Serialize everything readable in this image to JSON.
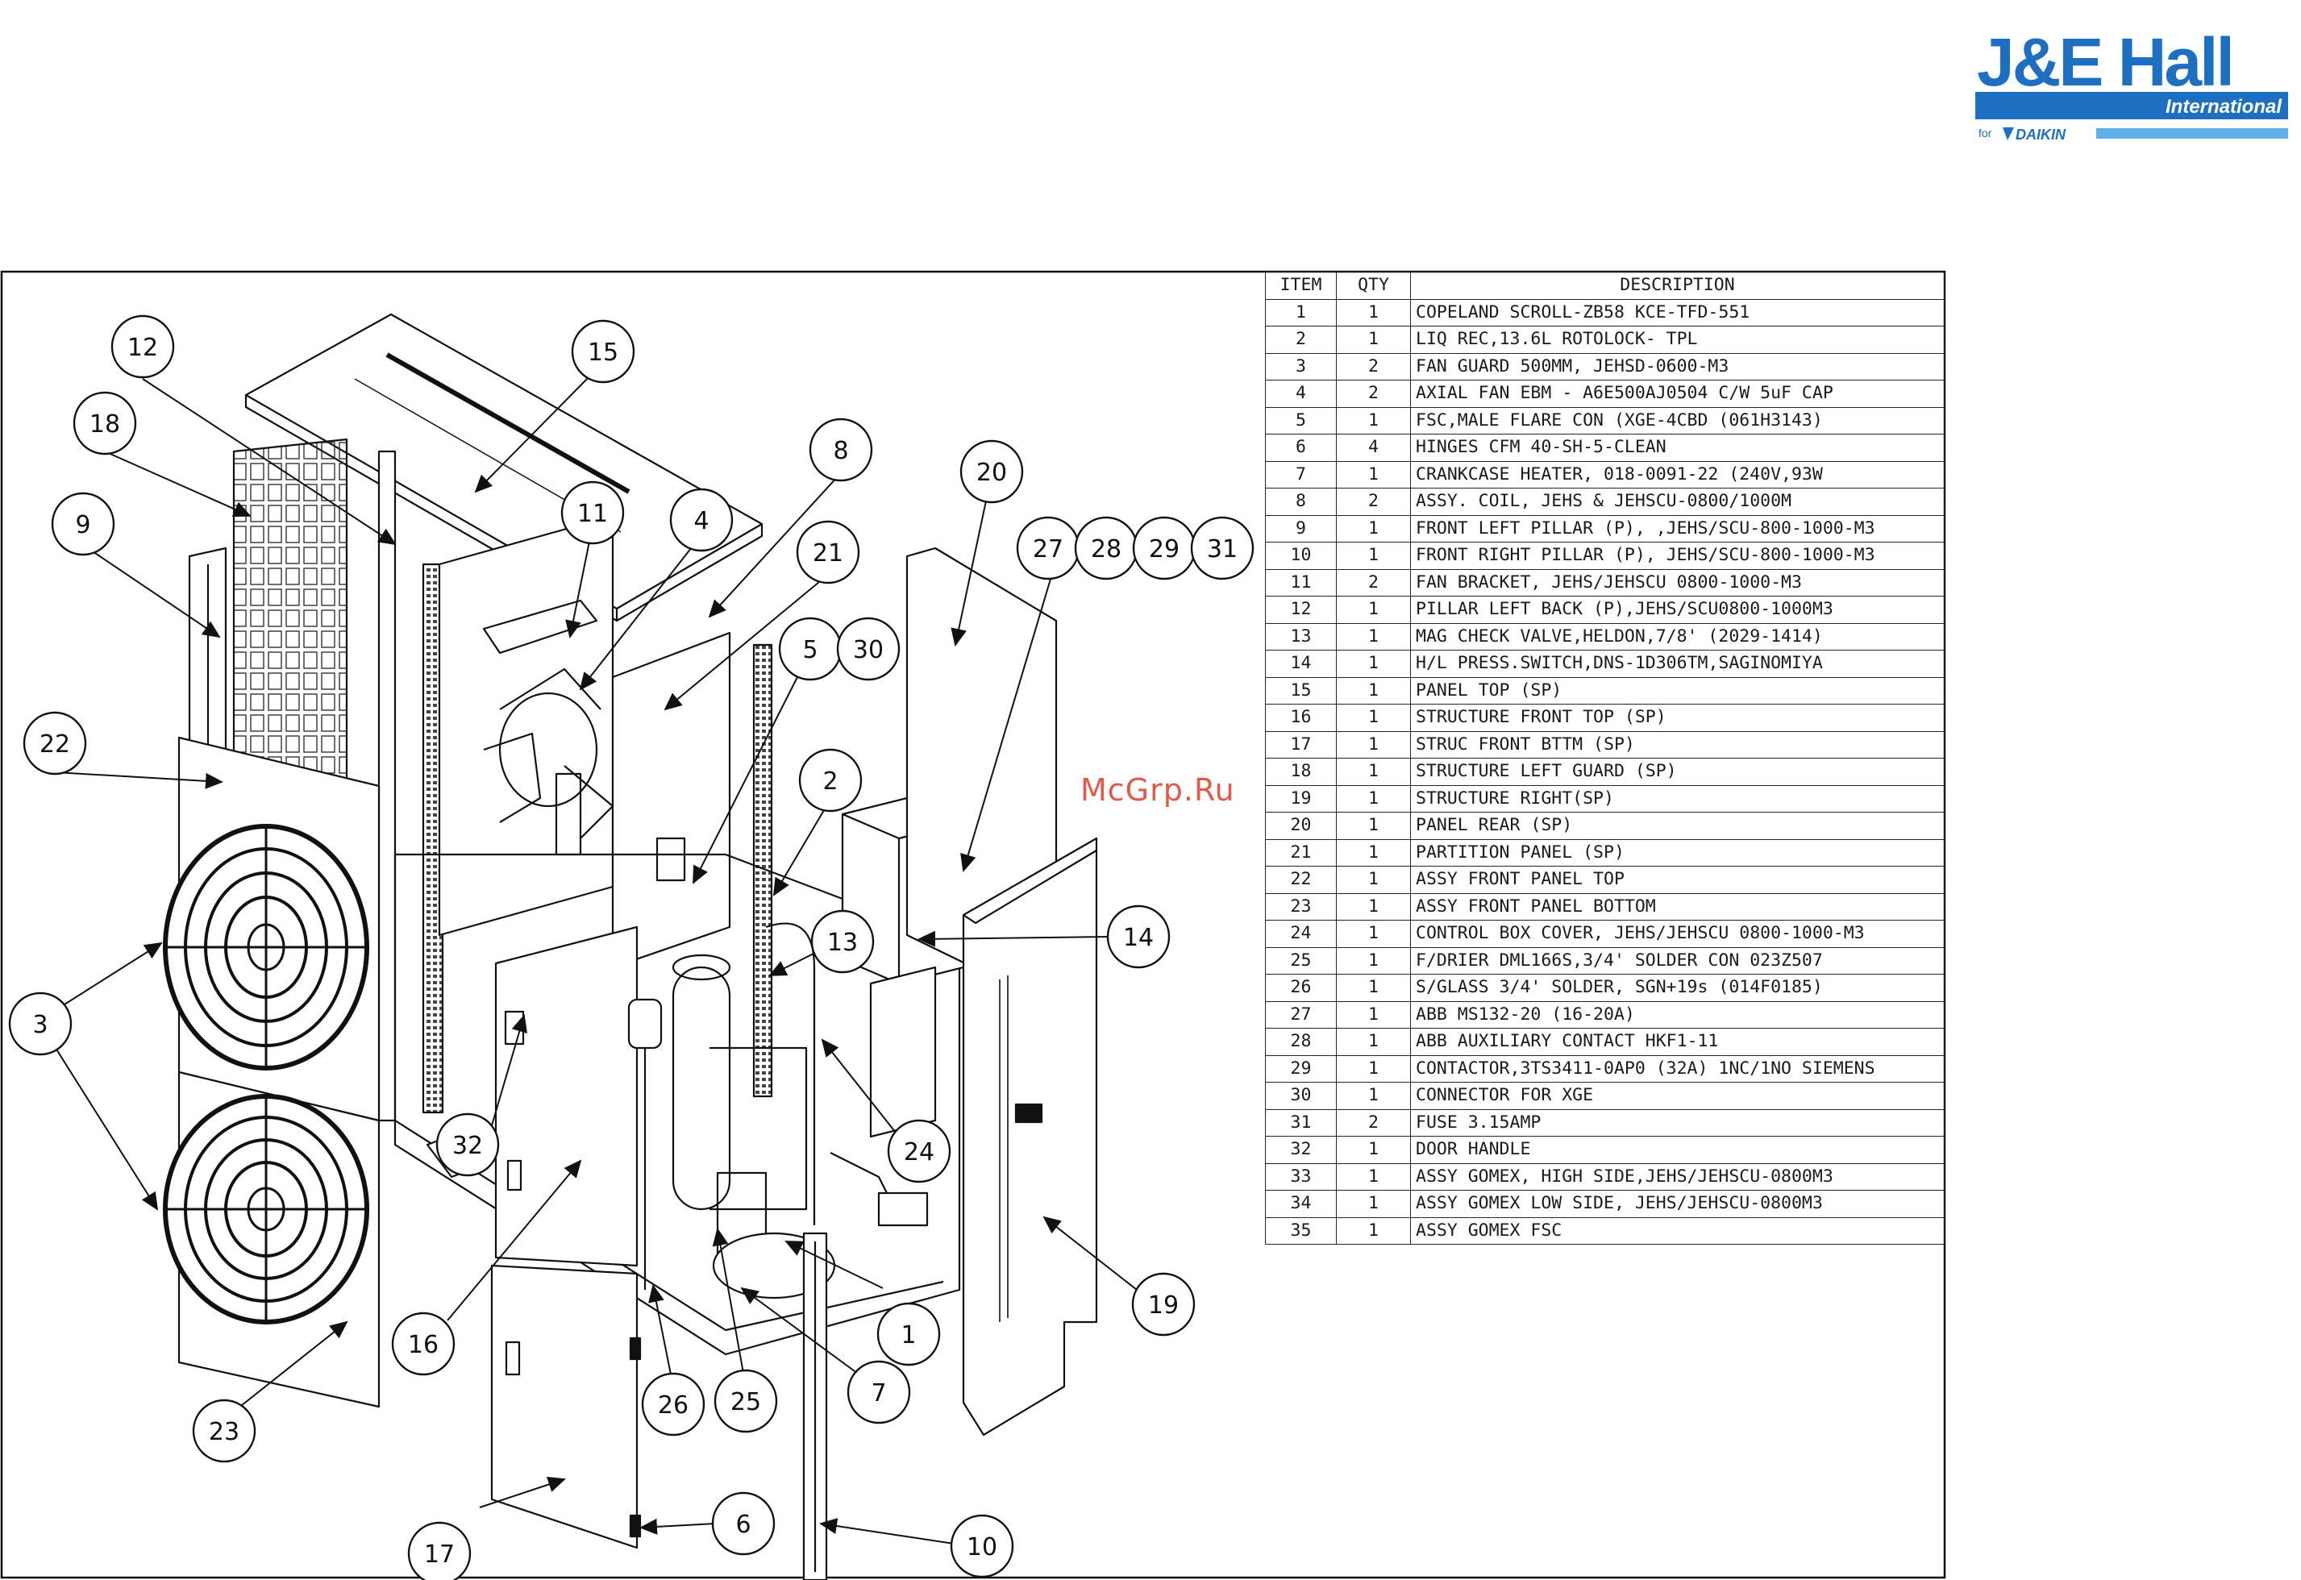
{
  "logo": {
    "brand": "J&E Hall",
    "sub": "International",
    "for_text": "for",
    "daikin": "DAIKIN",
    "colors": {
      "brand_blue": "#1c6fc1"
    }
  },
  "watermark": {
    "text": "McGrp.Ru",
    "color": "#e05a4a"
  },
  "table": {
    "headers": {
      "item": "ITEM",
      "qty": "QTY",
      "description": "DESCRIPTION"
    },
    "rows": [
      {
        "item": "1",
        "qty": "1",
        "desc": "COPELAND SCROLL-ZB58 KCE-TFD-551"
      },
      {
        "item": "2",
        "qty": "1",
        "desc": "LIQ REC,13.6L ROTOLOCK- TPL"
      },
      {
        "item": "3",
        "qty": "2",
        "desc": "FAN GUARD 500MM, JEHSD-0600-M3"
      },
      {
        "item": "4",
        "qty": "2",
        "desc": "AXIAL FAN EBM - A6E500AJ0504 C/W 5uF CAP"
      },
      {
        "item": "5",
        "qty": "1",
        "desc": "FSC,MALE FLARE CON (XGE-4CBD (061H3143)"
      },
      {
        "item": "6",
        "qty": "4",
        "desc": "HINGES CFM 40-SH-5-CLEAN"
      },
      {
        "item": "7",
        "qty": "1",
        "desc": "CRANKCASE HEATER, 018-0091-22 (240V,93W"
      },
      {
        "item": "8",
        "qty": "2",
        "desc": "ASSY. COIL, JEHS & JEHSCU-0800/1000M"
      },
      {
        "item": "9",
        "qty": "1",
        "desc": "FRONT LEFT PILLAR (P), ,JEHS/SCU-800-1000-M3"
      },
      {
        "item": "10",
        "qty": "1",
        "desc": "FRONT RIGHT PILLAR (P), JEHS/SCU-800-1000-M3"
      },
      {
        "item": "11",
        "qty": "2",
        "desc": "FAN BRACKET, JEHS/JEHSCU 0800-1000-M3"
      },
      {
        "item": "12",
        "qty": "1",
        "desc": "PILLAR LEFT BACK (P),JEHS/SCU0800-1000M3"
      },
      {
        "item": "13",
        "qty": "1",
        "desc": "MAG CHECK VALVE,HELDON,7/8' (2029-1414)"
      },
      {
        "item": "14",
        "qty": "1",
        "desc": "H/L PRESS.SWITCH,DNS-1D306TM,SAGINOMIYA"
      },
      {
        "item": "15",
        "qty": "1",
        "desc": "PANEL TOP (SP)"
      },
      {
        "item": "16",
        "qty": "1",
        "desc": "STRUCTURE FRONT TOP (SP)"
      },
      {
        "item": "17",
        "qty": "1",
        "desc": "STRUC FRONT BTTM (SP)"
      },
      {
        "item": "18",
        "qty": "1",
        "desc": "STRUCTURE LEFT GUARD (SP)"
      },
      {
        "item": "19",
        "qty": "1",
        "desc": "STRUCTURE RIGHT(SP)"
      },
      {
        "item": "20",
        "qty": "1",
        "desc": "PANEL REAR (SP)"
      },
      {
        "item": "21",
        "qty": "1",
        "desc": "PARTITION PANEL (SP)"
      },
      {
        "item": "22",
        "qty": "1",
        "desc": "ASSY FRONT PANEL TOP"
      },
      {
        "item": "23",
        "qty": "1",
        "desc": "ASSY FRONT PANEL BOTTOM"
      },
      {
        "item": "24",
        "qty": "1",
        "desc": "CONTROL BOX COVER, JEHS/JEHSCU 0800-1000-M3"
      },
      {
        "item": "25",
        "qty": "1",
        "desc": "F/DRIER DML166S,3/4' SOLDER CON 023Z507"
      },
      {
        "item": "26",
        "qty": "1",
        "desc": "S/GLASS 3/4' SOLDER, SGN+19s (014F0185)"
      },
      {
        "item": "27",
        "qty": "1",
        "desc": "ABB MS132-20 (16-20A)"
      },
      {
        "item": "28",
        "qty": "1",
        "desc": "ABB AUXILIARY CONTACT HKF1-11"
      },
      {
        "item": "29",
        "qty": "1",
        "desc": "CONTACTOR,3TS3411-0AP0 (32A) 1NC/1NO SIEMENS"
      },
      {
        "item": "30",
        "qty": "1",
        "desc": "CONNECTOR FOR XGE"
      },
      {
        "item": "31",
        "qty": "2",
        "desc": "FUSE 3.15AMP"
      },
      {
        "item": "32",
        "qty": "1",
        "desc": "DOOR HANDLE"
      },
      {
        "item": "33",
        "qty": "1",
        "desc": "ASSY GOMEX, HIGH SIDE,JEHS/JEHSCU-0800M3"
      },
      {
        "item": "34",
        "qty": "1",
        "desc": "ASSY GOMEX LOW SIDE, JEHS/JEHSCU-0800M3"
      },
      {
        "item": "35",
        "qty": "1",
        "desc": "ASSY GOMEX FSC"
      }
    ]
  },
  "callouts": [
    "1",
    "2",
    "3",
    "4",
    "5",
    "6",
    "7",
    "8",
    "9",
    "10",
    "11",
    "12",
    "13",
    "14",
    "15",
    "16",
    "17",
    "18",
    "19",
    "20",
    "21",
    "22",
    "23",
    "24",
    "25",
    "26",
    "27",
    "28",
    "29",
    "30",
    "31",
    "32"
  ]
}
